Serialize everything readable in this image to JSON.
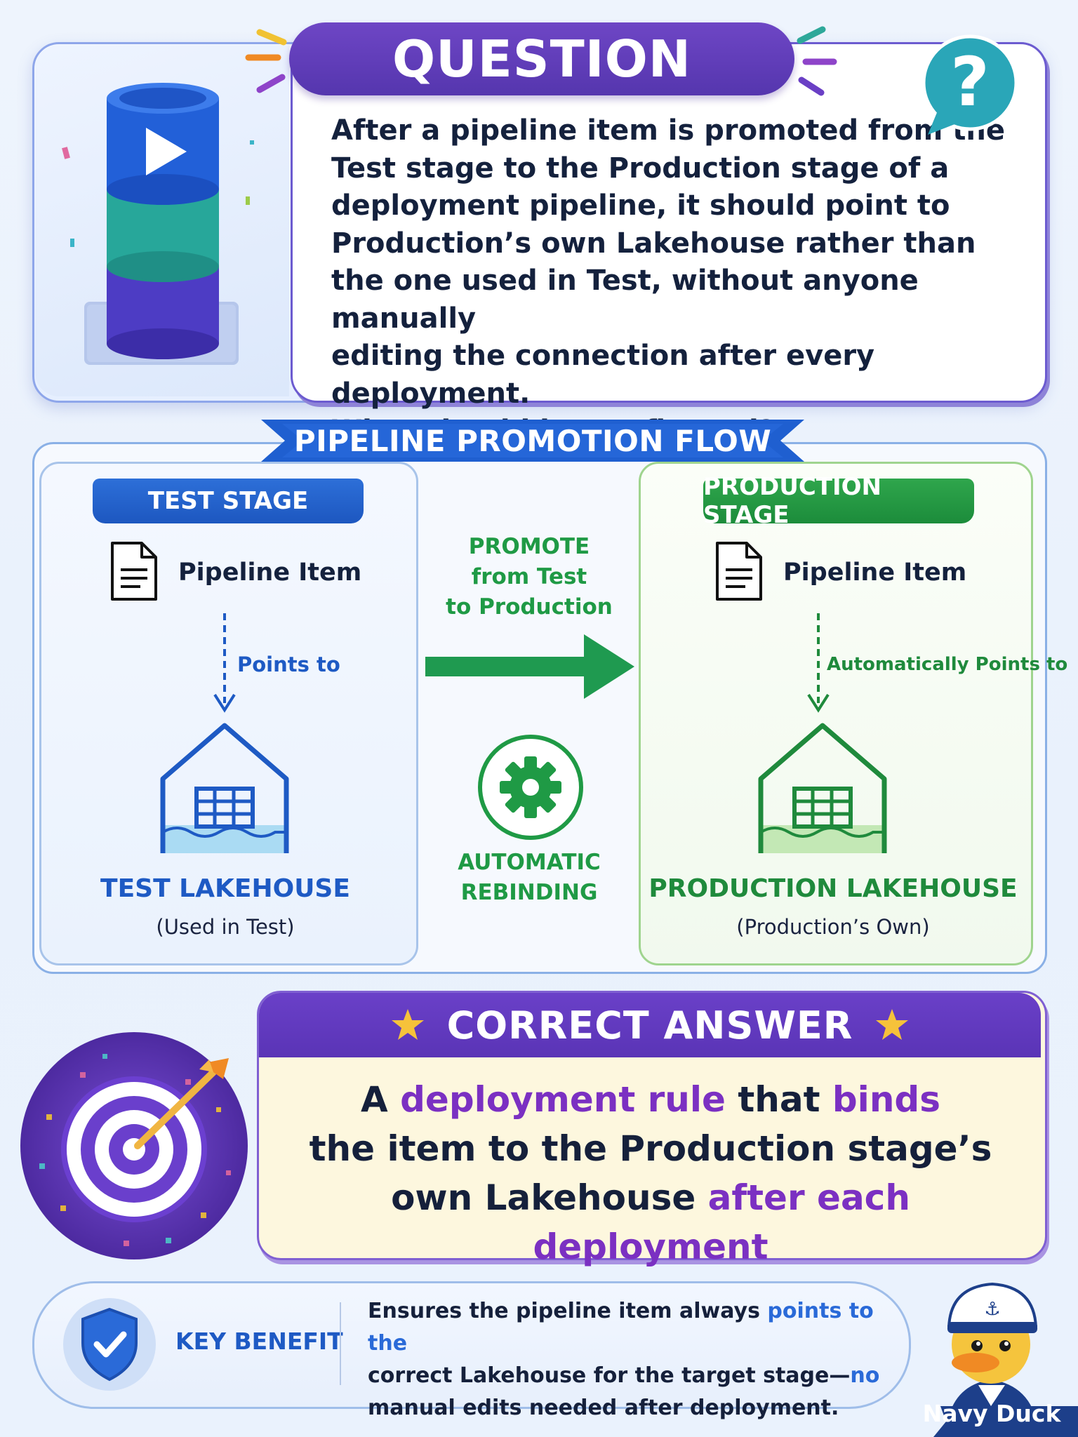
{
  "question": {
    "title": "QUESTION",
    "icon": "question-mark-icon",
    "text": "After a pipeline item is promoted from the Test stage to the Production stage of a deployment pipeline, it should point to Production’s own Lakehouse rather than the one used in Test, without anyone manually editing the connection after every deployment. What should be configured?",
    "lines": [
      "After a pipeline item is promoted from the",
      "Test stage to the Production stage of a",
      "deployment pipeline, it should point to",
      "Production’s own Lakehouse rather than",
      "the one used in Test, without anyone manually",
      "editing the connection after every deployment.",
      "What should be configured?"
    ]
  },
  "flow": {
    "title": "PIPELINE PROMOTION FLOW",
    "test": {
      "stage": "TEST STAGE",
      "item": "Pipeline Item",
      "points": "Points to",
      "lakehouse": "TEST LAKEHOUSE",
      "sub": "(Used in Test)",
      "color": "#1e5ac4"
    },
    "prod": {
      "stage": "PRODUCTION STAGE",
      "item": "Pipeline Item",
      "points": "Automatically Points to",
      "lakehouse": "PRODUCTION LAKEHOUSE",
      "sub": "(Production’s Own)",
      "color": "#1f8a3c"
    },
    "promote": [
      "PROMOTE",
      "from Test",
      "to Production"
    ],
    "rebind": [
      "AUTOMATIC",
      "REBINDING"
    ]
  },
  "answer": {
    "title": "CORRECT ANSWER",
    "parts": {
      "a": "A ",
      "rule": "deployment rule",
      "that": " that ",
      "binds": "binds",
      "line2": "the item to the Production stage’s",
      "own": "own Lakehouse ",
      "after": "after each deployment"
    },
    "accent": "#7b30c2"
  },
  "benefit": {
    "label": "KEY BENEFIT",
    "t1": "Ensures the pipeline item always ",
    "t1b": "points to the",
    "t2": "correct Lakehouse for the target stage—",
    "t2b": "no",
    "t3": "manual edits needed after deployment."
  },
  "mascot": {
    "label": "Navy Duck"
  }
}
